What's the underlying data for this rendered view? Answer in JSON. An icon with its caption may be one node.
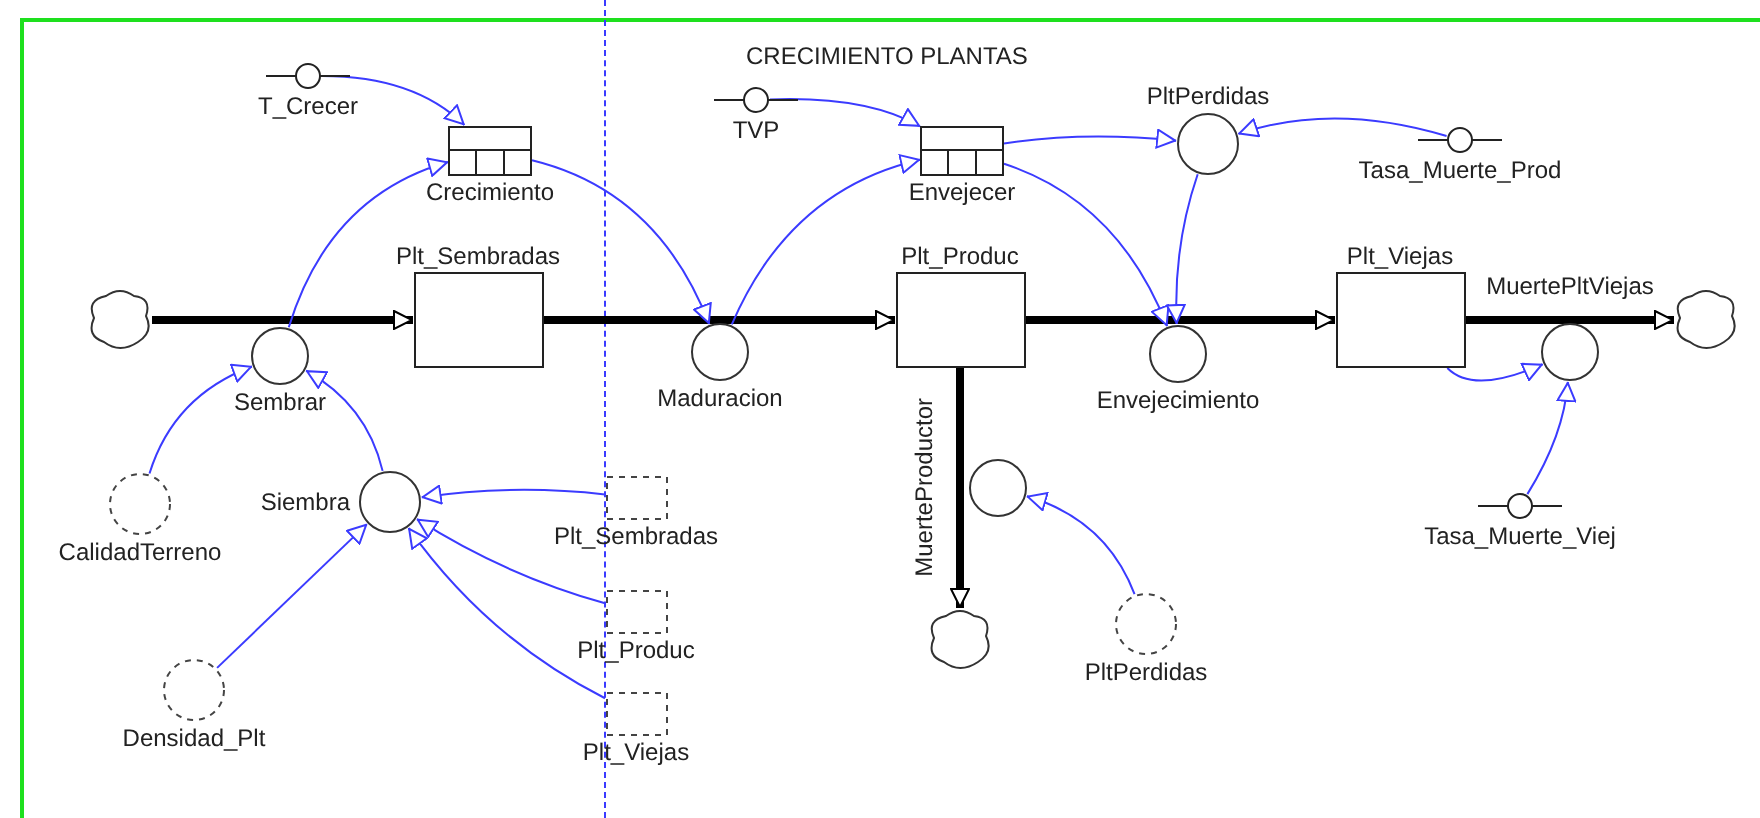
{
  "diagram": {
    "title": "CRECIMIENTO PLANTAS",
    "nodes": [
      {
        "text": [],
        "shape": "cloud"
      },
      {
        "text": [
          "Sembrar"
        ]
      },
      {
        "text": [
          "Plt_Sembradas"
        ]
      },
      {
        "text": [
          "Maduracion"
        ]
      },
      {
        "text": [
          "Plt_Produc"
        ]
      },
      {
        "text": [
          "Envejecimiento"
        ]
      },
      {
        "text": [
          "Plt_Viejas"
        ]
      },
      {
        "text": [
          "MuertePltViejas"
        ]
      },
      {
        "text": [],
        "shape": "cloud"
      },
      {
        "text": [
          "MuerteProductor"
        ]
      },
      {
        "text": [],
        "shape": "cloud"
      },
      {
        "text": [
          "T_Crecer"
        ]
      },
      {
        "text": [
          "Crecimiento"
        ]
      },
      {
        "text": [
          "TVP"
        ]
      },
      {
        "text": [
          "Envejecer"
        ]
      },
      {
        "text": [
          "PltPerdidas"
        ]
      },
      {
        "text": [
          "Tasa_Muerte_Prod"
        ]
      },
      {
        "text": [
          "CalidadTerreno"
        ]
      },
      {
        "text": [
          "Siembra"
        ]
      },
      {
        "text": [
          "Plt_Sembradas"
        ]
      },
      {
        "text": [
          "Plt_Produc"
        ]
      },
      {
        "text": [
          "Plt_Viejas"
        ]
      },
      {
        "text": [
          "Densidad_Plt"
        ]
      },
      {
        "text": [
          "PltPerdidas"
        ]
      },
      {
        "text": [
          "Tasa_Muerte_Viej"
        ]
      }
    ],
    "edges": [
      {
        "from": 0,
        "to": 2,
        "arrow": "to",
        "style": "thick",
        "color": "#000000"
      },
      {
        "from": 2,
        "to": 4,
        "arrow": "to",
        "style": "thick",
        "color": "#000000"
      },
      {
        "from": 4,
        "to": 6,
        "arrow": "to",
        "style": "thick",
        "color": "#000000"
      },
      {
        "from": 6,
        "to": 8,
        "arrow": "to",
        "style": "thick",
        "color": "#000000"
      },
      {
        "from": 4,
        "to": 10,
        "arrow": "to",
        "style": "thick",
        "color": "#000000"
      },
      {
        "from": 11,
        "to": 12,
        "arrow": "to"
      },
      {
        "from": 1,
        "to": 12,
        "arrow": "to"
      },
      {
        "from": 12,
        "to": 3,
        "arrow": "to"
      },
      {
        "from": 3,
        "to": 14,
        "arrow": "to"
      },
      {
        "from": 13,
        "to": 14,
        "arrow": "to"
      },
      {
        "from": 14,
        "to": 15,
        "arrow": "to"
      },
      {
        "from": 14,
        "to": 5,
        "arrow": "to"
      },
      {
        "from": 15,
        "to": 5,
        "arrow": "to"
      },
      {
        "from": 16,
        "to": 15,
        "arrow": "to"
      },
      {
        "from": 17,
        "to": 1,
        "arrow": "to"
      },
      {
        "from": 18,
        "to": 1,
        "arrow": "to"
      },
      {
        "from": 19,
        "to": 18,
        "arrow": "to"
      },
      {
        "from": 20,
        "to": 18,
        "arrow": "to"
      },
      {
        "from": 21,
        "to": 18,
        "arrow": "to"
      },
      {
        "from": 22,
        "to": 18,
        "arrow": "to"
      },
      {
        "from": 23,
        "to": 9,
        "arrow": "to"
      },
      {
        "from": 6,
        "to": 7,
        "arrow": "to"
      },
      {
        "from": 24,
        "to": 7,
        "arrow": "to"
      }
    ]
  }
}
